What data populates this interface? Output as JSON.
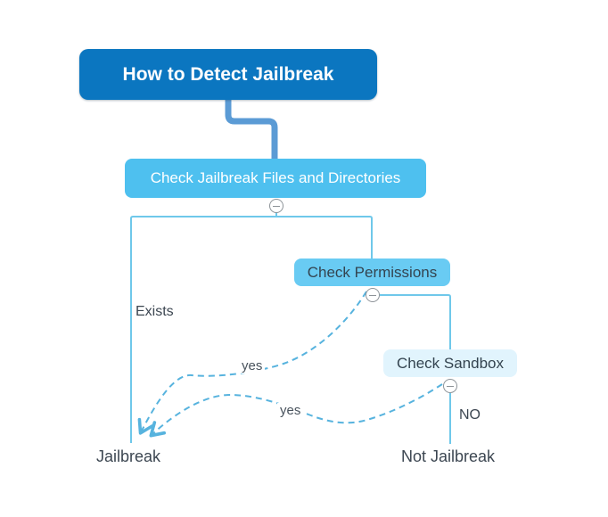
{
  "diagram": {
    "type": "mindmap-flowchart",
    "nodes": {
      "root": {
        "label": "How to Detect Jailbreak"
      },
      "check_files": {
        "label": "Check Jailbreak Files and Directories"
      },
      "check_permissions": {
        "label": "Check Permissions"
      },
      "check_sandbox": {
        "label": "Check Sandbox"
      },
      "jailbreak": {
        "label": "Jailbreak"
      },
      "not_jailbreak": {
        "label": "Not Jailbreak"
      }
    },
    "edge_labels": {
      "exists": "Exists",
      "yes_permissions": "yes",
      "yes_sandbox": "yes",
      "no": "NO"
    },
    "icons": {
      "collapse": "minus-circle-icon"
    },
    "colors": {
      "root_fill": "#0b76c0",
      "level2_fill": "#4ec0ef",
      "level3_fill": "#69cbf3",
      "level4_fill": "#e1f4fd",
      "thick_connector": "#5b9bd5",
      "branch_line": "#6fc8ea",
      "dashed_line": "#57b3de",
      "text_on_dark": "#ffffff",
      "text_dark": "#344450",
      "label_text": "#3c4651",
      "icon_stroke": "#8d9398"
    }
  }
}
